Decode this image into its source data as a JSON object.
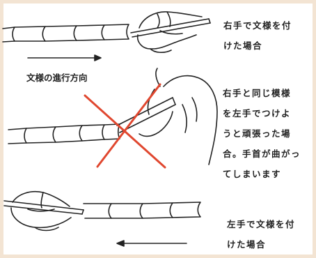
{
  "panel_top": {
    "caption_lines": [
      "右手で文様を付",
      "けた場合"
    ]
  },
  "direction": {
    "label": "文様の進行方向"
  },
  "panel_middle": {
    "caption_lines": [
      "右手と同じ模様",
      "を左手でつけよ",
      "うと頑張った場",
      "合。手首が曲がっ",
      "てしまいます"
    ]
  },
  "panel_bottom": {
    "caption_lines": [
      "左手で文様を付",
      "けた場合"
    ]
  },
  "colors": {
    "background_border": "#f3e4d3",
    "panel": "#ffffff",
    "ink": "#222222",
    "cross": "#e0472f"
  },
  "icons": {
    "top": "right-hand-holding-stick-icon",
    "middle": "left-hand-bent-wrist-icon",
    "bottom": "left-hand-holding-stick-icon",
    "cross": "red-x-mark-icon"
  }
}
